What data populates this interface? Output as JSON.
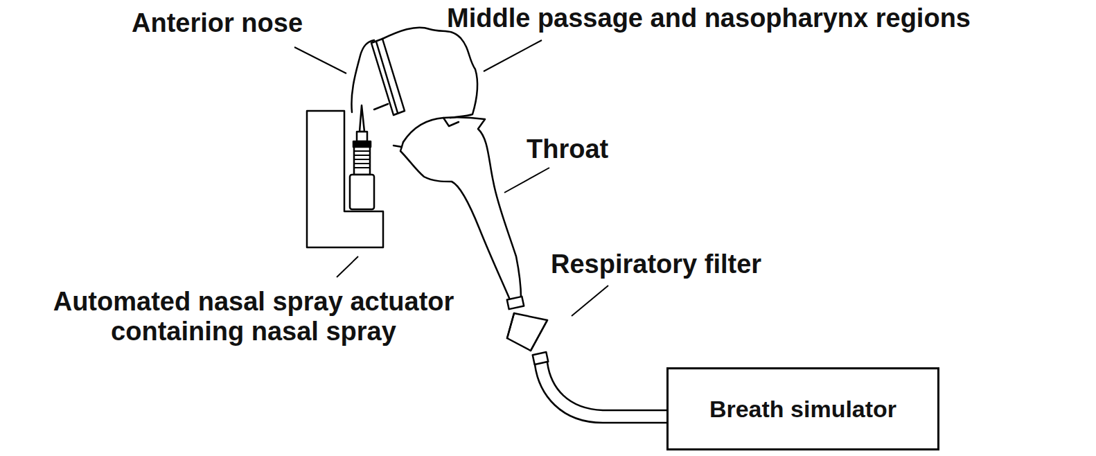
{
  "diagram": {
    "nodes": [
      {
        "text": [
          "Breath simulator"
        ]
      }
    ],
    "labels": [
      "Anterior nose",
      "Middle passage and nasopharynx regions",
      "Throat",
      "Respiratory filter",
      "Automated nasal spray actuator containing nasal spray"
    ]
  }
}
